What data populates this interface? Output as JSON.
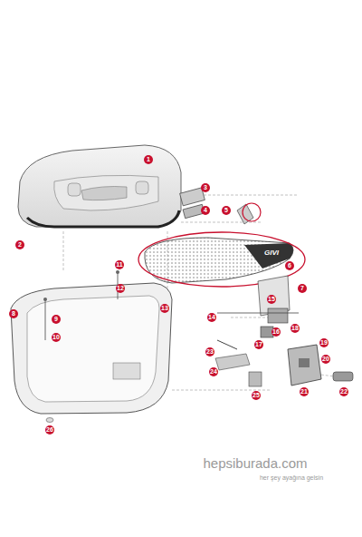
{
  "diagram": {
    "labels": [
      "1",
      "2",
      "3",
      "4",
      "5",
      "6",
      "7",
      "8",
      "9",
      "10",
      "11",
      "12",
      "13",
      "14",
      "15",
      "16",
      "17",
      "18",
      "19",
      "20",
      "21",
      "22",
      "23",
      "24",
      "25",
      "26",
      "GIVI",
      "hepsiburada.com",
      "her şey ayağına gelsin"
    ]
  }
}
